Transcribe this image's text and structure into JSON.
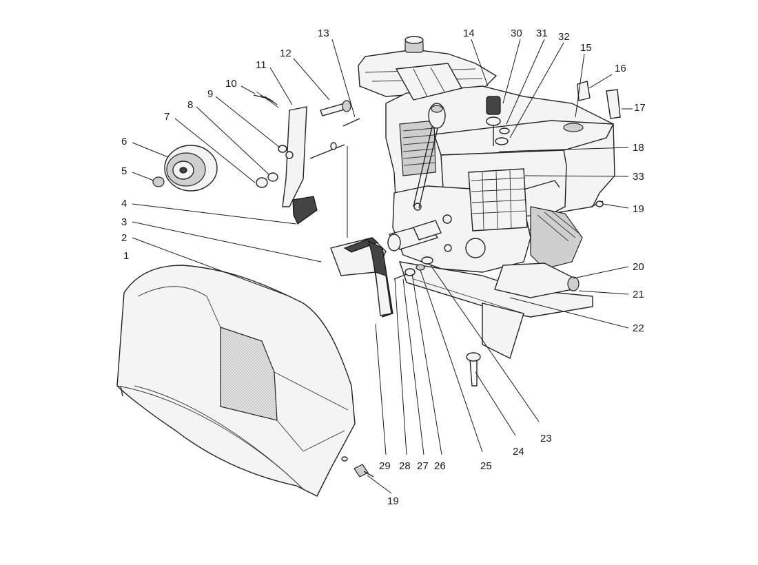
{
  "callouts": [
    "1",
    "2",
    "3",
    "4",
    "5",
    "6",
    "7",
    "8",
    "9",
    "10",
    "11",
    "12",
    "13",
    "14",
    "15",
    "16",
    "17",
    "18",
    "19",
    "19",
    "20",
    "21",
    "22",
    "23",
    "24",
    "25",
    "26",
    "27",
    "28",
    "29",
    "30",
    "31",
    "32",
    "33"
  ]
}
